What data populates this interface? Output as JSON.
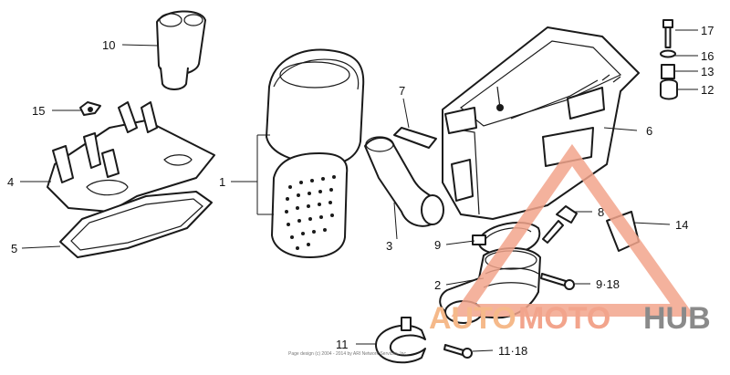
{
  "callouts": {
    "p1": "1",
    "p2": "2",
    "p3": "3",
    "p4": "4",
    "p5": "5",
    "p6": "6",
    "p7": "7",
    "p8": "8",
    "p9": "9",
    "p9_18": "9·18",
    "p10": "10",
    "p11": "11",
    "p11_18": "11·18",
    "p12": "12",
    "p13": "13",
    "p14": "14",
    "p15": "15",
    "p16": "16",
    "p17": "17"
  },
  "watermark": {
    "word_auto": "AUTO",
    "word_moto": "MOTO",
    "word_hub": "HUB",
    "color_auto": "#f5b98a",
    "color_moto": "#f2a48c",
    "color_hub": "#8a8a8a"
  },
  "copyright": "Page design (c) 2004 - 2014 by ARI Network Services, Inc."
}
